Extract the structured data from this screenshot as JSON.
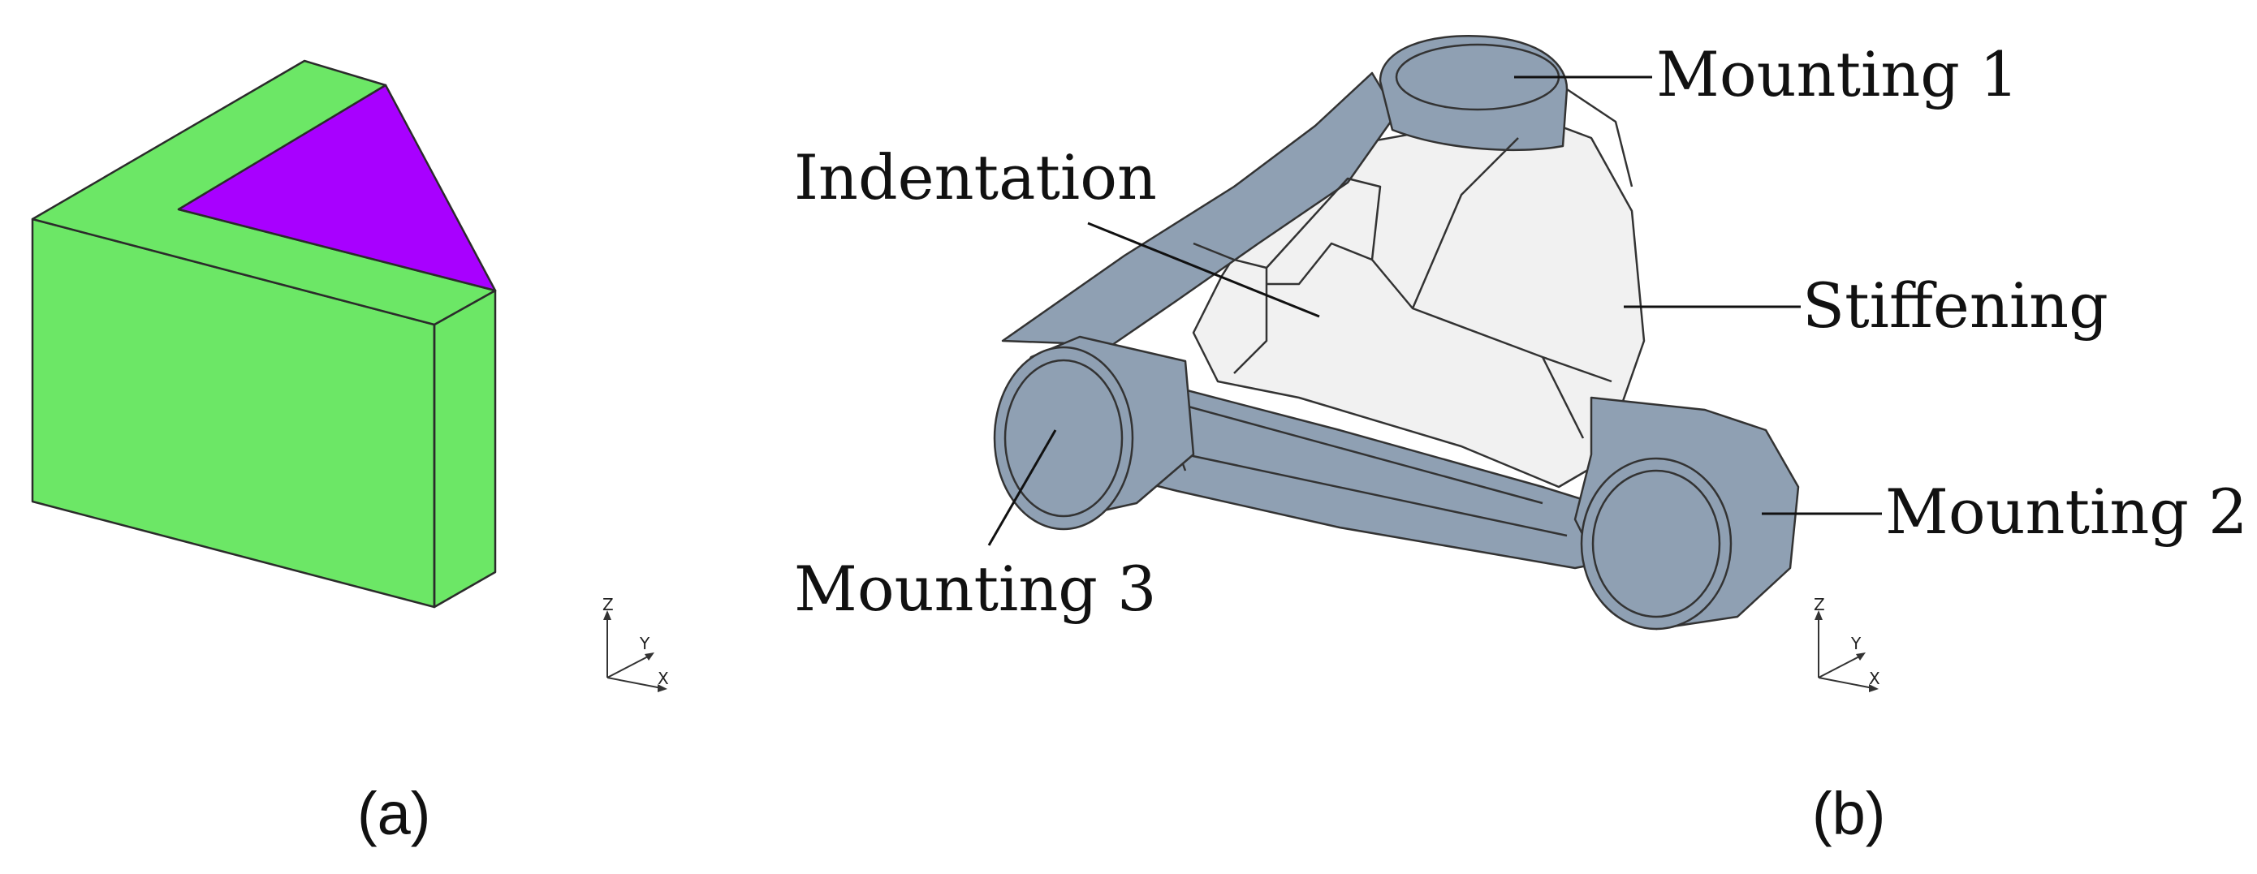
{
  "figure": {
    "panel_a": {
      "caption": "(a)",
      "colors": {
        "block": "#6ce766",
        "face": "#a800ff",
        "edge": "#2b2b2b"
      },
      "axes": {
        "z": "Z",
        "y": "Y",
        "x": "X"
      }
    },
    "panel_b": {
      "caption": "(b)",
      "colors": {
        "part": "#8fa0b3",
        "web": "#f1f1f1",
        "edge": "#333333"
      },
      "labels": {
        "mounting1": "Mounting 1",
        "indentation": "Indentation",
        "stiffening": "Stiffening",
        "mounting2": "Mounting 2",
        "mounting3": "Mounting 3"
      },
      "axes": {
        "z": "Z",
        "y": "Y",
        "x": "X"
      }
    }
  }
}
